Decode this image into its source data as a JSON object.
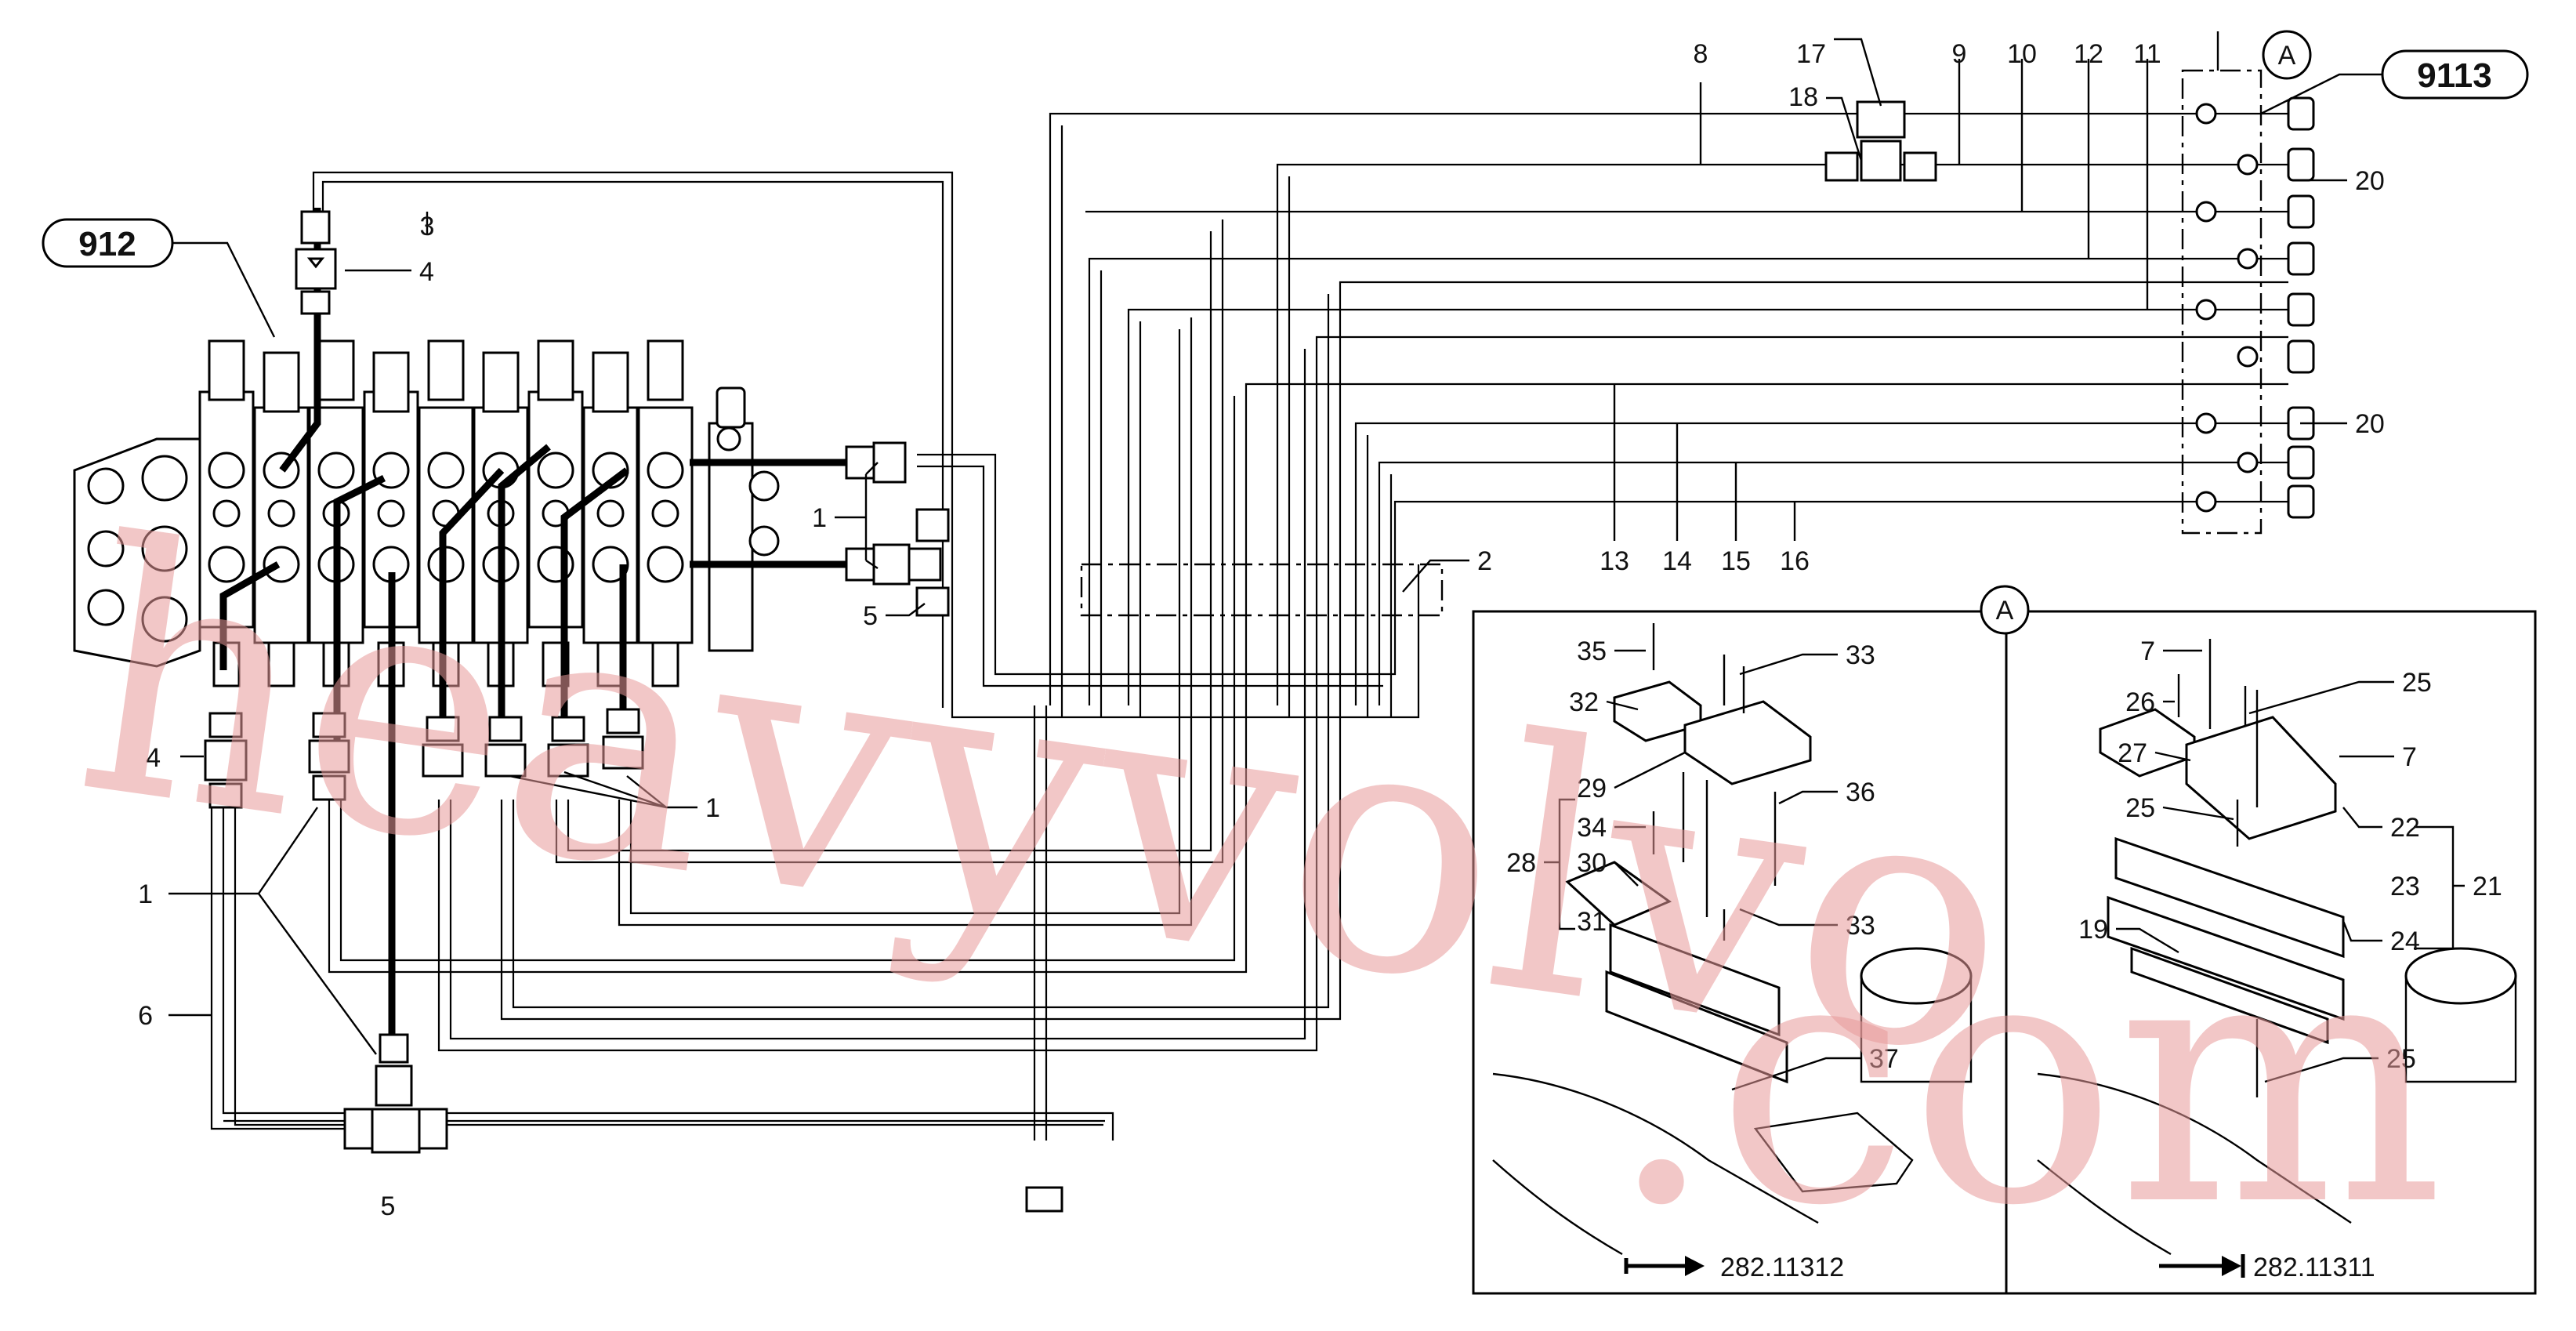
{
  "references": {
    "main_valve": "912",
    "junction": "9113",
    "detail": "A"
  },
  "callouts": {
    "c1": "1",
    "c2": "2",
    "c3": "3",
    "c4": "4",
    "c5": "5",
    "c6": "6",
    "c7": "7",
    "c8": "8",
    "c9": "9",
    "c10": "10",
    "c11": "11",
    "c12": "12",
    "c13": "13",
    "c14": "14",
    "c15": "15",
    "c16": "16",
    "c17": "17",
    "c18": "18",
    "c19": "19",
    "c20": "20",
    "c21": "21",
    "c22": "22",
    "c23": "23",
    "c24": "24",
    "c25": "25",
    "c26": "26",
    "c27": "27",
    "c28": "28",
    "c29": "29",
    "c30": "30",
    "c31": "31",
    "c32": "32",
    "c33": "33",
    "c34": "34",
    "c35": "35",
    "c36": "36",
    "c37": "37"
  },
  "serial_ranges": {
    "left": "282.11312",
    "right": "282.11311"
  },
  "watermark": {
    "line1": "heavyvolvo",
    "line2": ".com"
  },
  "colors": {
    "line": "#000000",
    "watermark": "#e89a9a"
  }
}
